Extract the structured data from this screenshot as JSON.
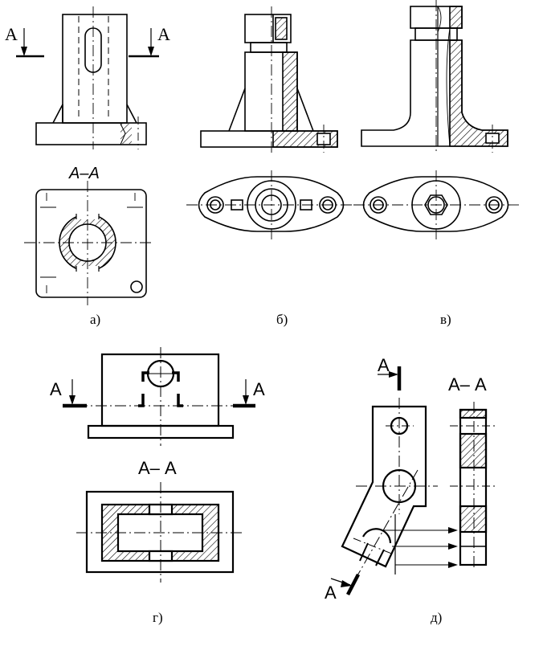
{
  "captions": {
    "a": "а)",
    "b": "б)",
    "v": "в)",
    "g": "г)",
    "d": "д)"
  },
  "section_marks": {
    "a_left": "А",
    "a_right": "А",
    "a_title": "А–А",
    "g_left": "А",
    "g_right": "А",
    "g_title": "А– А",
    "d_top": "А",
    "d_bottom": "А",
    "d_title": "А– А"
  },
  "colors": {
    "line": "#000000",
    "background": "#ffffff"
  }
}
